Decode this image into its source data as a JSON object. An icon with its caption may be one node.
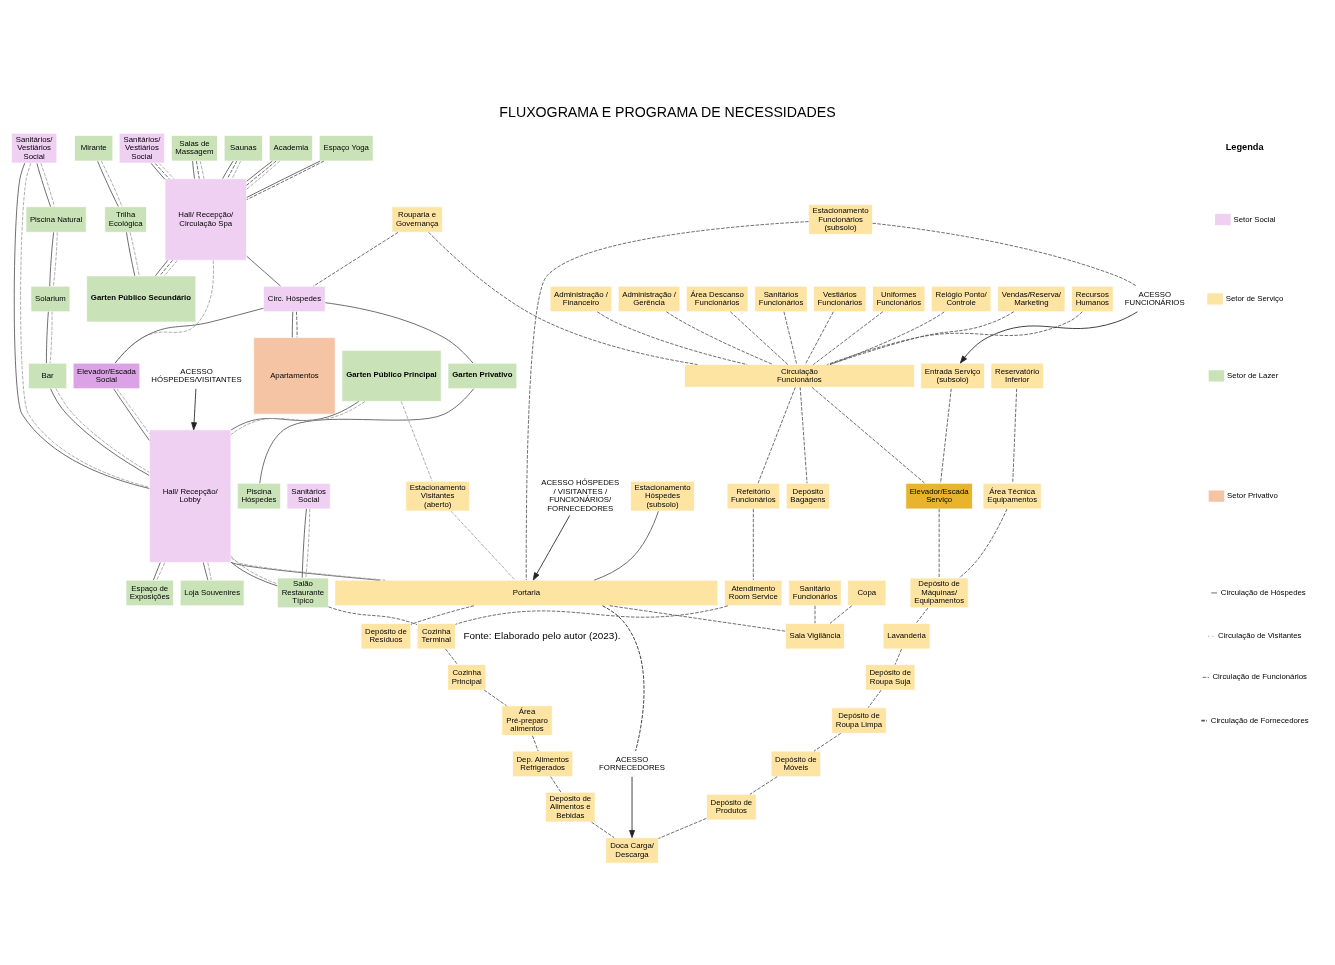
{
  "diagram": {
    "title": "FLUXOGRAMA E PROGRAMA DE NECESSIDADES",
    "caption": "Fonte: Elaborado pelo autor (2023).",
    "nodes": [
      {
        "text": [
          "Sanitários/ Vestiários Social"
        ]
      },
      {
        "text": [
          "Salas de Massagem"
        ]
      },
      {
        "text": [
          "Saunas"
        ]
      },
      {
        "text": [
          "Academia"
        ]
      },
      {
        "text": [
          "Espaço Yoga"
        ]
      },
      {
        "text": [
          "Hall/ Recepção/ Circulação Spa"
        ]
      },
      {
        "text": [
          "Mirante"
        ]
      },
      {
        "text": [
          "Trilha Ecológica"
        ]
      },
      {
        "text": [
          "Garten Público Secundário"
        ]
      },
      {
        "text": [
          "Rouparia e Governança"
        ]
      },
      {
        "text": [
          "Circ. Hóspedes"
        ]
      },
      {
        "text": [
          "Elevador/Escada Social"
        ]
      },
      {
        "text": [
          "Apartamentos"
        ]
      },
      {
        "text": [
          "Garten Privativo"
        ]
      },
      {
        "text": [
          "Piscina Hóspedes"
        ]
      },
      {
        "text": [
          "Sanitários/ Vestiários Social"
        ]
      },
      {
        "text": [
          "Piscina Natural"
        ]
      },
      {
        "text": [
          "Solarium"
        ]
      },
      {
        "text": [
          "Bar"
        ]
      },
      {
        "text": [
          "Garten Público Principal"
        ]
      },
      {
        "text": [
          "Hall/ Recepção/ Lobby"
        ]
      },
      {
        "text": [
          "Vendas/Reserva/ Marketing"
        ]
      },
      {
        "text": [
          "Recursos Humanos"
        ]
      },
      {
        "text": [
          "Administração / Financeiro"
        ]
      },
      {
        "text": [
          "Administração / Gerência"
        ]
      },
      {
        "text": [
          "Área Descanso Funcionários"
        ]
      },
      {
        "text": [
          "Sanitários Funcionários"
        ]
      },
      {
        "text": [
          "Vestiários Funcionários"
        ]
      },
      {
        "text": [
          "Uniformes Funcionários"
        ]
      },
      {
        "text": [
          "Relógio Ponto/ Controle"
        ]
      },
      {
        "text": [
          "Circulação Funcionários"
        ]
      },
      {
        "text": [
          "Depósito Bagagens"
        ]
      },
      {
        "text": [
          "Refeitório Funcionários"
        ]
      },
      {
        "text": [
          "Sanitários Social"
        ]
      },
      {
        "text": [
          "Salão Restaurante Típico"
        ]
      },
      {
        "text": [
          "Espaço de Exposições"
        ]
      },
      {
        "text": [
          "Loja Souvenires"
        ]
      },
      {
        "text": [
          "Atendimento Room Service"
        ]
      },
      {
        "text": [
          "Cozinha Terminal"
        ]
      },
      {
        "text": [
          "Cozinha Principal"
        ]
      },
      {
        "text": [
          "Área Pré-preparo alimentos"
        ]
      },
      {
        "text": [
          "Dep. Alimentos Refrigerados"
        ]
      },
      {
        "text": [
          "Depósito de Alimentos e Bebidas"
        ]
      },
      {
        "text": [
          "ACESSO FUNCIONÁRIOS"
        ]
      },
      {
        "text": [
          "Entrada Serviço (subsolo)"
        ]
      },
      {
        "text": [
          "Elevador/Escada Serviço"
        ]
      },
      {
        "text": [
          "Reservatório Inferior"
        ]
      },
      {
        "text": [
          "Área Técnica Equipamentos"
        ]
      },
      {
        "text": [
          "Depósito de Máquinas/ Equipamentos"
        ]
      },
      {
        "text": [
          "Lavanderia"
        ]
      },
      {
        "text": [
          "Depósito de Roupa Suja"
        ]
      },
      {
        "text": [
          "Depósito de Roupa Limpa"
        ]
      },
      {
        "text": [
          "Depósito de Móveis"
        ]
      },
      {
        "text": [
          "Depósito de Produtos"
        ]
      },
      {
        "text": [
          "Doca Carga/ Descarga"
        ]
      },
      {
        "text": [
          "ACESSO FORNECEDORES"
        ]
      },
      {
        "text": [
          "ACESSO HÓSPEDES/VISITANTES"
        ]
      },
      {
        "text": [
          "Estacionamento Hóspedes (subsolo)"
        ]
      },
      {
        "text": [
          "Estacionamento Visitantes (aberto)"
        ]
      },
      {
        "text": [
          "Estacionamento Funcionários (subsolo)"
        ]
      },
      {
        "text": [
          "Portaria"
        ]
      },
      {
        "text": [
          "Sanitário Funcionários"
        ]
      },
      {
        "text": [
          "Copa"
        ]
      },
      {
        "text": [
          "Sala Vigilância"
        ]
      },
      {
        "text": [
          "Depósito de Resíduos"
        ]
      },
      {
        "text": [
          "ACESSO HÓSPEDES / VISITANTES / FUNCIONÁRIOS/ FORNECEDORES"
        ]
      }
    ],
    "edges": [
      {
        "from": 0,
        "to": 5,
        "arrow": "none"
      },
      {
        "from": 0,
        "to": 5,
        "arrow": "none",
        "style": "dashed"
      },
      {
        "from": 0,
        "to": 5,
        "arrow": "none",
        "style": "dashed",
        "color": "#a0a0a0"
      },
      {
        "from": 1,
        "to": 5,
        "arrow": "none"
      },
      {
        "from": 1,
        "to": 5,
        "arrow": "none",
        "style": "dashed"
      },
      {
        "from": 1,
        "to": 5,
        "arrow": "none",
        "style": "dashed",
        "color": "#a0a0a0"
      },
      {
        "from": 2,
        "to": 5,
        "arrow": "none"
      },
      {
        "from": 2,
        "to": 5,
        "arrow": "none",
        "style": "dashed"
      },
      {
        "from": 2,
        "to": 5,
        "arrow": "none",
        "style": "dashed",
        "color": "#a0a0a0"
      },
      {
        "from": 3,
        "to": 5,
        "arrow": "none"
      },
      {
        "from": 3,
        "to": 5,
        "arrow": "none",
        "style": "dashed"
      },
      {
        "from": 3,
        "to": 5,
        "arrow": "none",
        "style": "dashed",
        "color": "#a0a0a0"
      },
      {
        "from": 4,
        "to": 5,
        "arrow": "none"
      },
      {
        "from": 4,
        "to": 5,
        "arrow": "none",
        "style": "dashed"
      },
      {
        "from": 5,
        "to": 8,
        "arrow": "none"
      },
      {
        "from": 5,
        "to": 8,
        "arrow": "none",
        "style": "dashed"
      },
      {
        "from": 5,
        "to": 8,
        "arrow": "none",
        "style": "dashed",
        "color": "#a0a0a0"
      },
      {
        "from": 6,
        "to": 7,
        "arrow": "none"
      },
      {
        "from": 6,
        "to": 7,
        "arrow": "none",
        "style": "dashed",
        "color": "#a0a0a0"
      },
      {
        "from": 7,
        "to": 8,
        "arrow": "none"
      },
      {
        "from": 7,
        "to": 8,
        "arrow": "none",
        "style": "dashed",
        "color": "#a0a0a0"
      },
      {
        "from": 9,
        "to": 10,
        "arrow": "none",
        "style": "dashed"
      },
      {
        "from": 9,
        "to": 30,
        "arrow": "none",
        "style": "dashed"
      },
      {
        "from": 5,
        "to": 10,
        "arrow": "none"
      },
      {
        "from": 10,
        "to": 11,
        "arrow": "none"
      },
      {
        "from": 5,
        "to": 11,
        "arrow": "none",
        "style": "dashed",
        "color": "#a0a0a0"
      },
      {
        "from": 10,
        "to": 12,
        "arrow": "none"
      },
      {
        "from": 10,
        "to": 12,
        "arrow": "none",
        "style": "dashed"
      },
      {
        "from": 10,
        "to": 13,
        "arrow": "none"
      },
      {
        "from": 13,
        "to": 14,
        "arrow": "none"
      },
      {
        "from": 11,
        "to": 20,
        "arrow": "none"
      },
      {
        "from": 11,
        "to": 20,
        "arrow": "none",
        "style": "dashed",
        "color": "#a0a0a0"
      },
      {
        "from": 15,
        "to": 20,
        "arrow": "none"
      },
      {
        "from": 15,
        "to": 20,
        "arrow": "none",
        "style": "dashed",
        "color": "#a0a0a0"
      },
      {
        "from": 15,
        "to": 16,
        "arrow": "none"
      },
      {
        "from": 15,
        "to": 16,
        "arrow": "none",
        "style": "dashed",
        "color": "#a0a0a0"
      },
      {
        "from": 16,
        "to": 17,
        "arrow": "none"
      },
      {
        "from": 16,
        "to": 17,
        "arrow": "none",
        "style": "dashed",
        "color": "#a0a0a0"
      },
      {
        "from": 17,
        "to": 18,
        "arrow": "none"
      },
      {
        "from": 17,
        "to": 18,
        "arrow": "none",
        "style": "dashed",
        "color": "#a0a0a0"
      },
      {
        "from": 18,
        "to": 20,
        "arrow": "none"
      },
      {
        "from": 18,
        "to": 20,
        "arrow": "none",
        "style": "dashed",
        "color": "#a0a0a0"
      },
      {
        "from": 19,
        "to": 20,
        "arrow": "none"
      },
      {
        "from": 19,
        "to": 20,
        "arrow": "none",
        "style": "dashed",
        "color": "#a0a0a0"
      },
      {
        "from": 20,
        "to": 34,
        "arrow": "none"
      },
      {
        "from": 20,
        "to": 34,
        "arrow": "none",
        "style": "dashed",
        "color": "#a0a0a0"
      },
      {
        "from": 20,
        "to": 35,
        "arrow": "none"
      },
      {
        "from": 20,
        "to": 35,
        "arrow": "none",
        "style": "dashed",
        "color": "#a0a0a0"
      },
      {
        "from": 20,
        "to": 36,
        "arrow": "none"
      },
      {
        "from": 20,
        "to": 36,
        "arrow": "none",
        "style": "dashed",
        "color": "#a0a0a0"
      },
      {
        "from": 33,
        "to": 34,
        "arrow": "none"
      },
      {
        "from": 33,
        "to": 34,
        "arrow": "none",
        "style": "dashed",
        "color": "#a0a0a0"
      },
      {
        "from": 21,
        "to": 30,
        "arrow": "none",
        "style": "dashed"
      },
      {
        "from": 22,
        "to": 30,
        "arrow": "none",
        "style": "dashed"
      },
      {
        "from": 23,
        "to": 30,
        "arrow": "none",
        "style": "dashed"
      },
      {
        "from": 24,
        "to": 30,
        "arrow": "none",
        "style": "dashed"
      },
      {
        "from": 25,
        "to": 30,
        "arrow": "none",
        "style": "dashed"
      },
      {
        "from": 26,
        "to": 30,
        "arrow": "none",
        "style": "dashed"
      },
      {
        "from": 27,
        "to": 30,
        "arrow": "none",
        "style": "dashed"
      },
      {
        "from": 28,
        "to": 30,
        "arrow": "none",
        "style": "dashed"
      },
      {
        "from": 29,
        "to": 30,
        "arrow": "none",
        "style": "dashed"
      },
      {
        "from": 30,
        "to": 31,
        "arrow": "none",
        "style": "dashed"
      },
      {
        "from": 30,
        "to": 32,
        "arrow": "none",
        "style": "dashed"
      },
      {
        "from": 32,
        "to": 37,
        "arrow": "none",
        "style": "dashed"
      },
      {
        "from": 37,
        "to": 38,
        "arrow": "none",
        "style": "dashed"
      },
      {
        "from": 34,
        "to": 38,
        "arrow": "none",
        "style": "dashed"
      },
      {
        "from": 38,
        "to": 39,
        "arrow": "none",
        "style": "dashed"
      },
      {
        "from": 39,
        "to": 40,
        "arrow": "none",
        "style": "dashed"
      },
      {
        "from": 40,
        "to": 41,
        "arrow": "none",
        "style": "dashed"
      },
      {
        "from": 41,
        "to": 42,
        "arrow": "none",
        "style": "dashed"
      },
      {
        "from": 42,
        "to": 54,
        "arrow": "none",
        "style": "dashed"
      },
      {
        "from": 30,
        "to": 45,
        "arrow": "none",
        "style": "dashed"
      },
      {
        "from": 43,
        "to": 44,
        "arrow": "to"
      },
      {
        "from": 44,
        "to": 45,
        "arrow": "none",
        "style": "dashed"
      },
      {
        "from": 45,
        "to": 48,
        "arrow": "none",
        "style": "dashed"
      },
      {
        "from": 46,
        "to": 47,
        "arrow": "none",
        "style": "dashed"
      },
      {
        "from": 47,
        "to": 48,
        "arrow": "none",
        "style": "dashed"
      },
      {
        "from": 48,
        "to": 49,
        "arrow": "none",
        "style": "dashed"
      },
      {
        "from": 49,
        "to": 50,
        "arrow": "none",
        "style": "dashed"
      },
      {
        "from": 50,
        "to": 51,
        "arrow": "none",
        "style": "dashed"
      },
      {
        "from": 51,
        "to": 52,
        "arrow": "none",
        "style": "dashed"
      },
      {
        "from": 52,
        "to": 53,
        "arrow": "none",
        "style": "dashed"
      },
      {
        "from": 53,
        "to": 54,
        "arrow": "none",
        "style": "dashed"
      },
      {
        "from": 55,
        "to": 54,
        "arrow": "to"
      },
      {
        "from": 60,
        "to": 55,
        "arrow": "none",
        "style": "dashed",
        "color": "#222222"
      },
      {
        "from": 59,
        "to": 43,
        "arrow": "none",
        "style": "dashed"
      },
      {
        "from": 56,
        "to": 20,
        "arrow": "to"
      },
      {
        "from": 20,
        "to": 60,
        "arrow": "none"
      },
      {
        "from": 20,
        "to": 60,
        "arrow": "none",
        "style": "dashed",
        "color": "#a0a0a0"
      },
      {
        "from": 19,
        "to": 58,
        "arrow": "none",
        "style": "dashed",
        "color": "#a0a0a0"
      },
      {
        "from": 57,
        "to": 60,
        "arrow": "none"
      },
      {
        "from": 58,
        "to": 60,
        "arrow": "none",
        "style": "dashed",
        "color": "#a0a0a0"
      },
      {
        "from": 59,
        "to": 60,
        "arrow": "none",
        "style": "dashed"
      },
      {
        "from": 60,
        "to": 63,
        "arrow": "none",
        "style": "dashed"
      },
      {
        "from": 60,
        "to": 64,
        "arrow": "none",
        "style": "dashed"
      },
      {
        "from": 61,
        "to": 63,
        "arrow": "none",
        "style": "dashed"
      },
      {
        "from": 62,
        "to": 63,
        "arrow": "none",
        "style": "dashed"
      },
      {
        "from": 65,
        "to": 60,
        "arrow": "to"
      }
    ],
    "labels": [
      "Legenda"
    ],
    "legend": [
      {
        "text": "Setor Social",
        "color": "#efd0f3"
      },
      {
        "text": "Setor de Serviço",
        "color": "#fde4a3"
      },
      {
        "text": "Setor de Lazer",
        "color": "#c9e2b8"
      },
      {
        "text": "Setor Privativo",
        "color": "#f5c4a4"
      },
      {
        "text": "Circulação de Hóspedes"
      },
      {
        "text": "Circulação de Visitantes"
      },
      {
        "text": "Circulação de Funcionários"
      },
      {
        "text": "Circulação de Fornecedores"
      }
    ]
  }
}
